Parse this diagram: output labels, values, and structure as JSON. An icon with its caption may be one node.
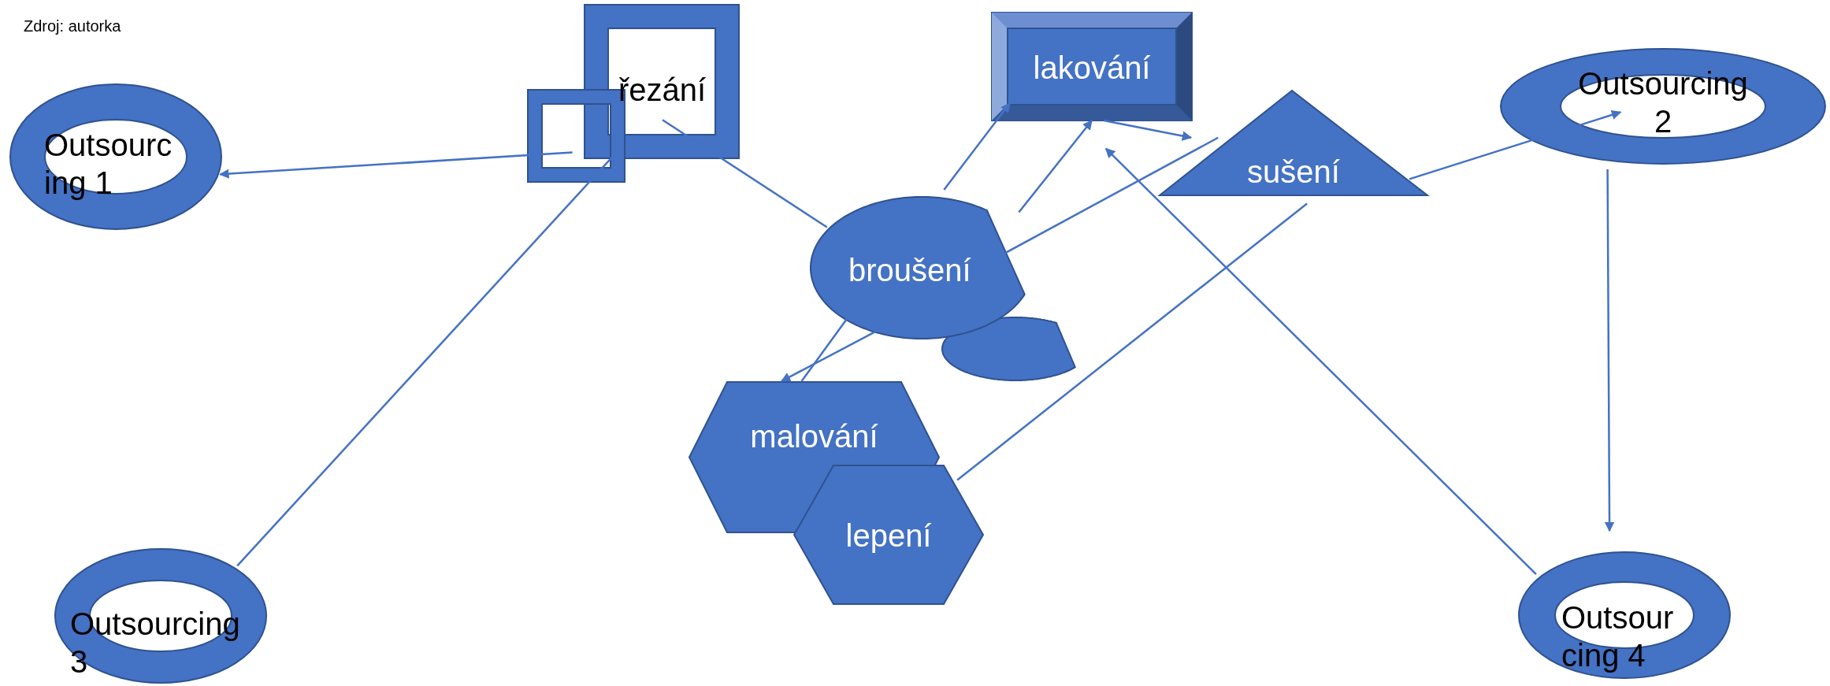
{
  "diagram": {
    "nodes": [
      {
        "text": [
          "řezání"
        ]
      },
      {
        "text": [],
        "shape": "box"
      },
      {
        "text": [
          "Outsourcing 1"
        ]
      },
      {
        "text": [
          "lakování"
        ]
      },
      {
        "text": [
          "broušení"
        ]
      },
      {
        "text": [],
        "shape": "pie"
      },
      {
        "text": [
          "sušení"
        ]
      },
      {
        "text": [
          "Outsourcing 2"
        ]
      },
      {
        "text": [
          "malování"
        ]
      },
      {
        "text": [
          "lepení"
        ]
      },
      {
        "text": [
          "Outsourcing 3"
        ]
      },
      {
        "text": [
          "Outsourcing 4"
        ]
      }
    ],
    "edges": [
      {
        "from": 1,
        "to": 2,
        "arrow": "to"
      },
      {
        "from": 0,
        "to": 4,
        "arrow": "none"
      },
      {
        "from": 1,
        "to": 10,
        "arrow": "none"
      },
      {
        "from": 4,
        "to": 3,
        "arrow": "to"
      },
      {
        "from": 4,
        "to": 3,
        "arrow": "to"
      },
      {
        "from": 3,
        "to": 6,
        "arrow": "to"
      },
      {
        "from": 6,
        "to": 4,
        "arrow": "to"
      },
      {
        "from": 11,
        "to": 3,
        "arrow": "to"
      },
      {
        "from": 6,
        "to": 7,
        "arrow": "to"
      },
      {
        "from": 7,
        "to": 11,
        "arrow": "to"
      },
      {
        "from": 6,
        "to": 9,
        "arrow": "none"
      },
      {
        "from": 4,
        "to": 8,
        "arrow": "none"
      },
      {
        "from": 4,
        "to": 8,
        "arrow": "to"
      }
    ],
    "labels": [
      "Zdroj: autorka"
    ]
  }
}
